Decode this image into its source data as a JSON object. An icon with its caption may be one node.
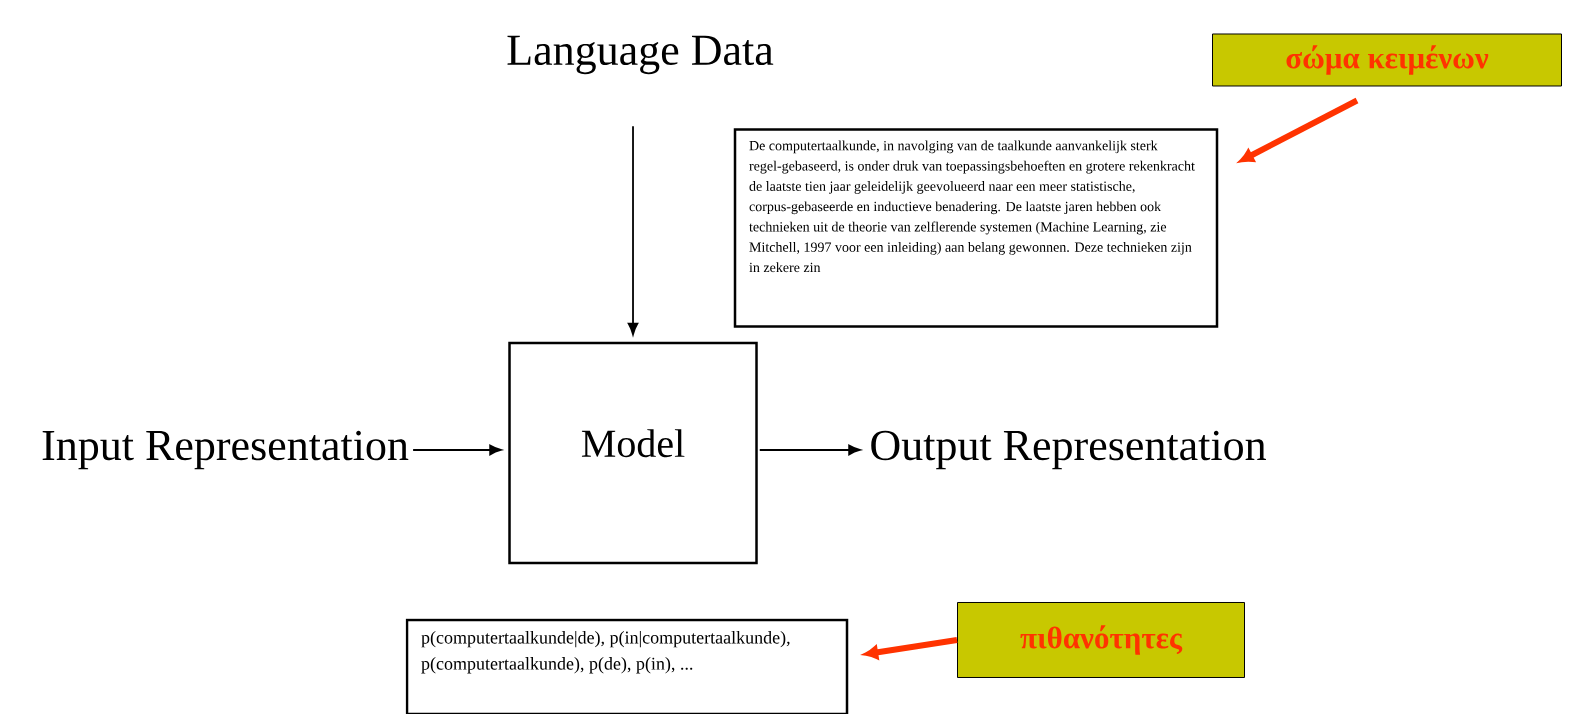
{
  "diagram": {
    "nodes": [
      {
        "text": [
          "Language Data"
        ]
      },
      {
        "text": [
          "Model"
        ]
      },
      {
        "text": [
          "Input Representation"
        ]
      },
      {
        "text": [
          "Output Representation"
        ]
      },
      {
        "text": [
          "De computertaalkunde, in navolging van de taalkunde aanvankelijk sterk regel-gebaseerd, is onder druk van toepassingsbehoeften en grotere rekenkracht de laatste tien jaar geleidelijk geevolueerd naar een meer statistische, corpus-gebaseerde en inductieve benadering. De laatste jaren hebben ook technieken uit de theorie van zelflerende systemen (Machine Learning, zie Mitchell, 1997 voor een inleiding) aan belang gewonnen. Deze technieken zijn in zekere zin"
        ]
      },
      {
        "text": [
          "σώμα κειμένων"
        ]
      },
      {
        "text": [
          "p(computertaalkunde|de), p(in|computertaalkunde), p(computertaalkunde), p(de), p(in), ..."
        ]
      },
      {
        "text": [
          "πιθανότητες"
        ]
      }
    ],
    "edges": [
      {
        "from": 0,
        "to": 1,
        "arrow": "to"
      },
      {
        "from": 2,
        "to": 1,
        "arrow": "to"
      },
      {
        "from": 1,
        "to": 3,
        "arrow": "to"
      },
      {
        "from": 5,
        "to": 4,
        "arrow": "to",
        "style": "thick",
        "color": "#ff3300"
      },
      {
        "from": 7,
        "to": 6,
        "arrow": "to",
        "style": "thick",
        "color": "#ff3300"
      }
    ]
  }
}
